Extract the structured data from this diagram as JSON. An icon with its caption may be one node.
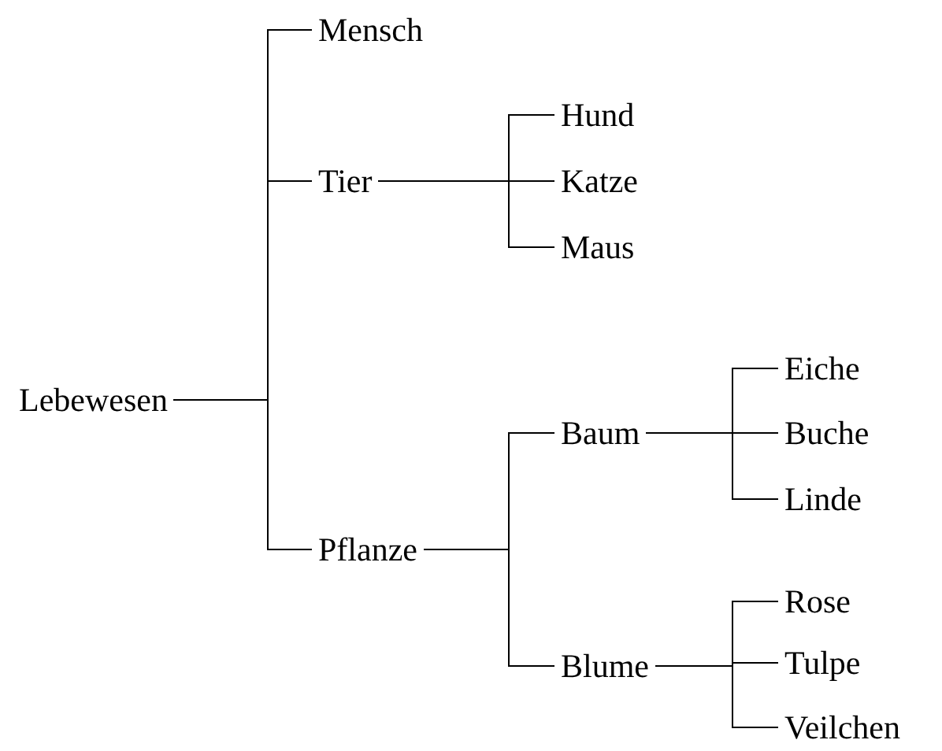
{
  "diagram": {
    "nodes": [
      {
        "text": [
          "Lebewesen"
        ]
      },
      {
        "text": [
          "Mensch"
        ]
      },
      {
        "text": [
          "Tier"
        ]
      },
      {
        "text": [
          "Hund"
        ]
      },
      {
        "text": [
          "Katze"
        ]
      },
      {
        "text": [
          "Maus"
        ]
      },
      {
        "text": [
          "Pflanze"
        ]
      },
      {
        "text": [
          "Baum"
        ]
      },
      {
        "text": [
          "Eiche"
        ]
      },
      {
        "text": [
          "Buche"
        ]
      },
      {
        "text": [
          "Linde"
        ]
      },
      {
        "text": [
          "Blume"
        ]
      },
      {
        "text": [
          "Rose"
        ]
      },
      {
        "text": [
          "Tulpe"
        ]
      },
      {
        "text": [
          "Veilchen"
        ]
      }
    ],
    "edges": [
      {
        "from": 0,
        "to": 1,
        "arrow": "none"
      },
      {
        "from": 0,
        "to": 2,
        "arrow": "none"
      },
      {
        "from": 0,
        "to": 6,
        "arrow": "none"
      },
      {
        "from": 2,
        "to": 3,
        "arrow": "none"
      },
      {
        "from": 2,
        "to": 4,
        "arrow": "none"
      },
      {
        "from": 2,
        "to": 5,
        "arrow": "none"
      },
      {
        "from": 6,
        "to": 7,
        "arrow": "none"
      },
      {
        "from": 6,
        "to": 11,
        "arrow": "none"
      },
      {
        "from": 7,
        "to": 8,
        "arrow": "none"
      },
      {
        "from": 7,
        "to": 9,
        "arrow": "none"
      },
      {
        "from": 7,
        "to": 10,
        "arrow": "none"
      },
      {
        "from": 11,
        "to": 12,
        "arrow": "none"
      },
      {
        "from": 11,
        "to": 13,
        "arrow": "none"
      },
      {
        "from": 11,
        "to": 14,
        "arrow": "none"
      }
    ]
  }
}
